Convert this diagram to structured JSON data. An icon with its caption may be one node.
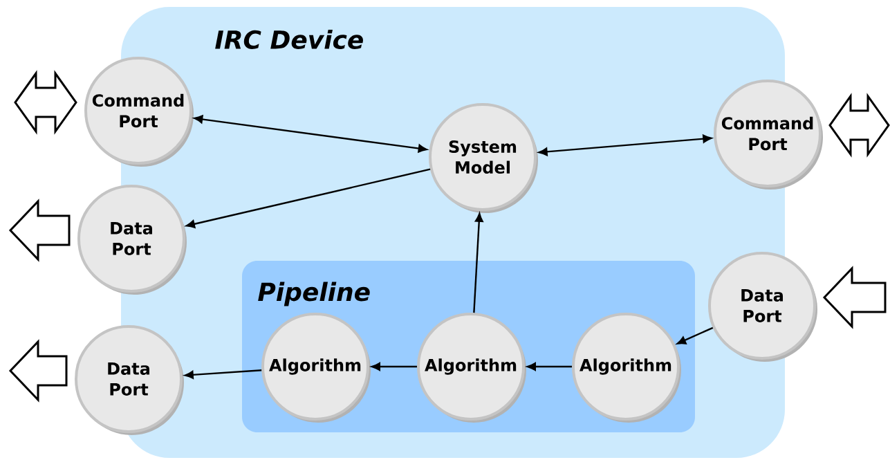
{
  "diagram": {
    "nodes": [
      {
        "text": [
          "IRC Device"
        ]
      },
      {
        "text": [
          "Pipeline"
        ],
        "in": 0
      },
      {
        "text": [
          "Command Port"
        ]
      },
      {
        "text": [
          "System Model"
        ],
        "in": 0
      },
      {
        "text": [
          "Command Port"
        ]
      },
      {
        "text": [
          "Data Port"
        ]
      },
      {
        "text": [
          "Data Port"
        ]
      },
      {
        "text": [
          "Data Port"
        ]
      },
      {
        "text": [
          "Algorithm"
        ],
        "in": 1
      },
      {
        "text": [
          "Algorithm"
        ],
        "in": 1
      },
      {
        "text": [
          "Algorithm"
        ],
        "in": 1
      }
    ],
    "edges": [
      {
        "from": null,
        "to": 2,
        "arrow": "both"
      },
      {
        "from": null,
        "to": 4,
        "arrow": "both"
      },
      {
        "from": 5,
        "to": null,
        "arrow": "to"
      },
      {
        "from": null,
        "to": 6,
        "arrow": "to"
      },
      {
        "from": 7,
        "to": null,
        "arrow": "to"
      },
      {
        "from": 2,
        "to": 3,
        "arrow": "both"
      },
      {
        "from": 3,
        "to": 4,
        "arrow": "both"
      },
      {
        "from": 3,
        "to": 5,
        "arrow": "to"
      },
      {
        "from": 9,
        "to": 3,
        "arrow": "to"
      },
      {
        "from": 6,
        "to": 10,
        "arrow": "to"
      },
      {
        "from": 10,
        "to": 9,
        "arrow": "to"
      },
      {
        "from": 9,
        "to": 8,
        "arrow": "to"
      },
      {
        "from": 8,
        "to": 7,
        "arrow": "to"
      }
    ]
  }
}
